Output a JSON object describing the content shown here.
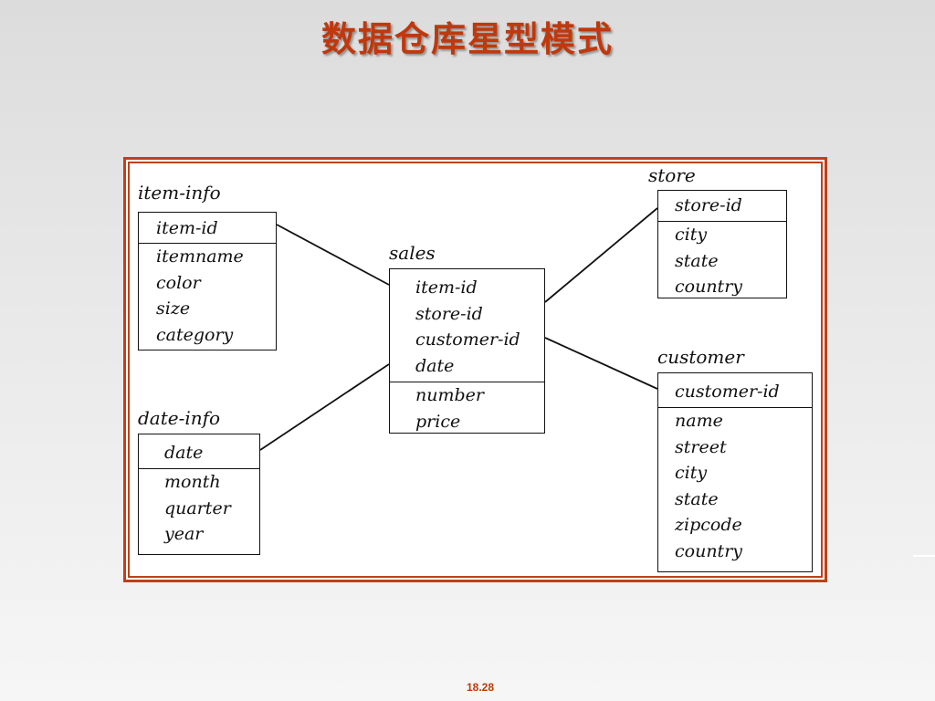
{
  "slide": {
    "title": "数据仓库星型模式",
    "page_number": "18.28"
  },
  "entities": {
    "item_info": {
      "name": "item-info",
      "key": "item-id",
      "attributes": [
        "itemname",
        "color",
        "size",
        "category"
      ]
    },
    "date_info": {
      "name": "date-info",
      "key": "date",
      "attributes": [
        "month",
        "quarter",
        "year"
      ]
    },
    "sales": {
      "name": "sales",
      "keys": [
        "item-id",
        "store-id",
        "customer-id",
        "date"
      ],
      "measures": [
        "number",
        "price"
      ]
    },
    "store": {
      "name": "store",
      "key": "store-id",
      "attributes": [
        "city",
        "state",
        "country"
      ]
    },
    "customer": {
      "name": "customer",
      "key": "customer-id",
      "attributes": [
        "name",
        "street",
        "city",
        "state",
        "zipcode",
        "country"
      ]
    }
  },
  "colors": {
    "title": "#c0380c",
    "frame": "#c0401a",
    "line": "#111111"
  }
}
